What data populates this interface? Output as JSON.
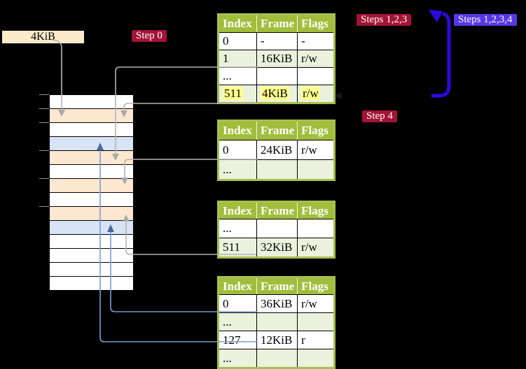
{
  "labels": {
    "frame_size": "4KiB",
    "step0": "Step 0",
    "step4": "Step 4",
    "steps123": "Steps 1,2,3",
    "steps1234": "Steps 1,2,3,4"
  },
  "colors": {
    "background": "#000000",
    "step_badge_red": "#a31335",
    "step_badge_purple": "#5637e6",
    "table_header_green": "#a0be3c",
    "table_alt_row_green": "#ebf1dd",
    "table_border_green": "#a7bf4f",
    "highlight_yellow": "#ffff8e",
    "label_box_cream": "#faecc8",
    "memory_row_orange": "#fde7d1",
    "memory_row_blue": "#d8e4f5",
    "gray_arrow": "#b4b4b4",
    "blue_arrow_shaft": "#7b9dce",
    "blue_arrow_head": "#46699e",
    "thick_arrow_blue": "#2e08e0"
  },
  "memory": {
    "rows": [
      {
        "style": "background:#ffffff"
      },
      {
        "style": "background:#fde7d1"
      },
      {
        "style": "background:#ffffff"
      },
      {
        "style": "background:#d8e4f5"
      },
      {
        "style": "background:#fde7d1"
      },
      {
        "style": "background:#ffffff"
      },
      {
        "style": "background:#fde7d1"
      },
      {
        "style": "background:#ffffff"
      },
      {
        "style": "background:#fde7d1"
      },
      {
        "style": "background:#d8e4f5"
      },
      {
        "style": "background:#ffffff"
      },
      {
        "style": "background:#ffffff"
      },
      {
        "style": "background:#ffffff"
      },
      {
        "style": "background:#ffffff"
      }
    ]
  },
  "tables": [
    {
      "headers": [
        "Index",
        "Frame",
        "Flags"
      ],
      "rows": [
        {
          "cells": [
            "0",
            "-",
            "-"
          ]
        },
        {
          "cells": [
            "1",
            "16KiB",
            "r/w"
          ]
        },
        {
          "cells": [
            "...",
            "",
            ""
          ]
        },
        {
          "cells": [
            "511",
            "4KiB",
            "r/w"
          ],
          "highlight": true
        }
      ]
    },
    {
      "headers": [
        "Index",
        "Frame",
        "Flags"
      ],
      "rows": [
        {
          "cells": [
            "0",
            "24KiB",
            "r/w"
          ]
        },
        {
          "cells": [
            "...",
            "",
            ""
          ]
        }
      ]
    },
    {
      "headers": [
        "Index",
        "Frame",
        "Flags"
      ],
      "rows": [
        {
          "cells": [
            "...",
            "",
            ""
          ]
        },
        {
          "cells": [
            "511",
            "32KiB",
            "r/w"
          ]
        }
      ]
    },
    {
      "headers": [
        "Index",
        "Frame",
        "Flags"
      ],
      "rows": [
        {
          "cells": [
            "0",
            "36KiB",
            "r/w"
          ]
        },
        {
          "cells": [
            "...",
            "",
            ""
          ]
        },
        {
          "cells": [
            "127",
            "12KiB",
            "r"
          ]
        },
        {
          "cells": [
            "...",
            "",
            ""
          ]
        }
      ]
    }
  ]
}
